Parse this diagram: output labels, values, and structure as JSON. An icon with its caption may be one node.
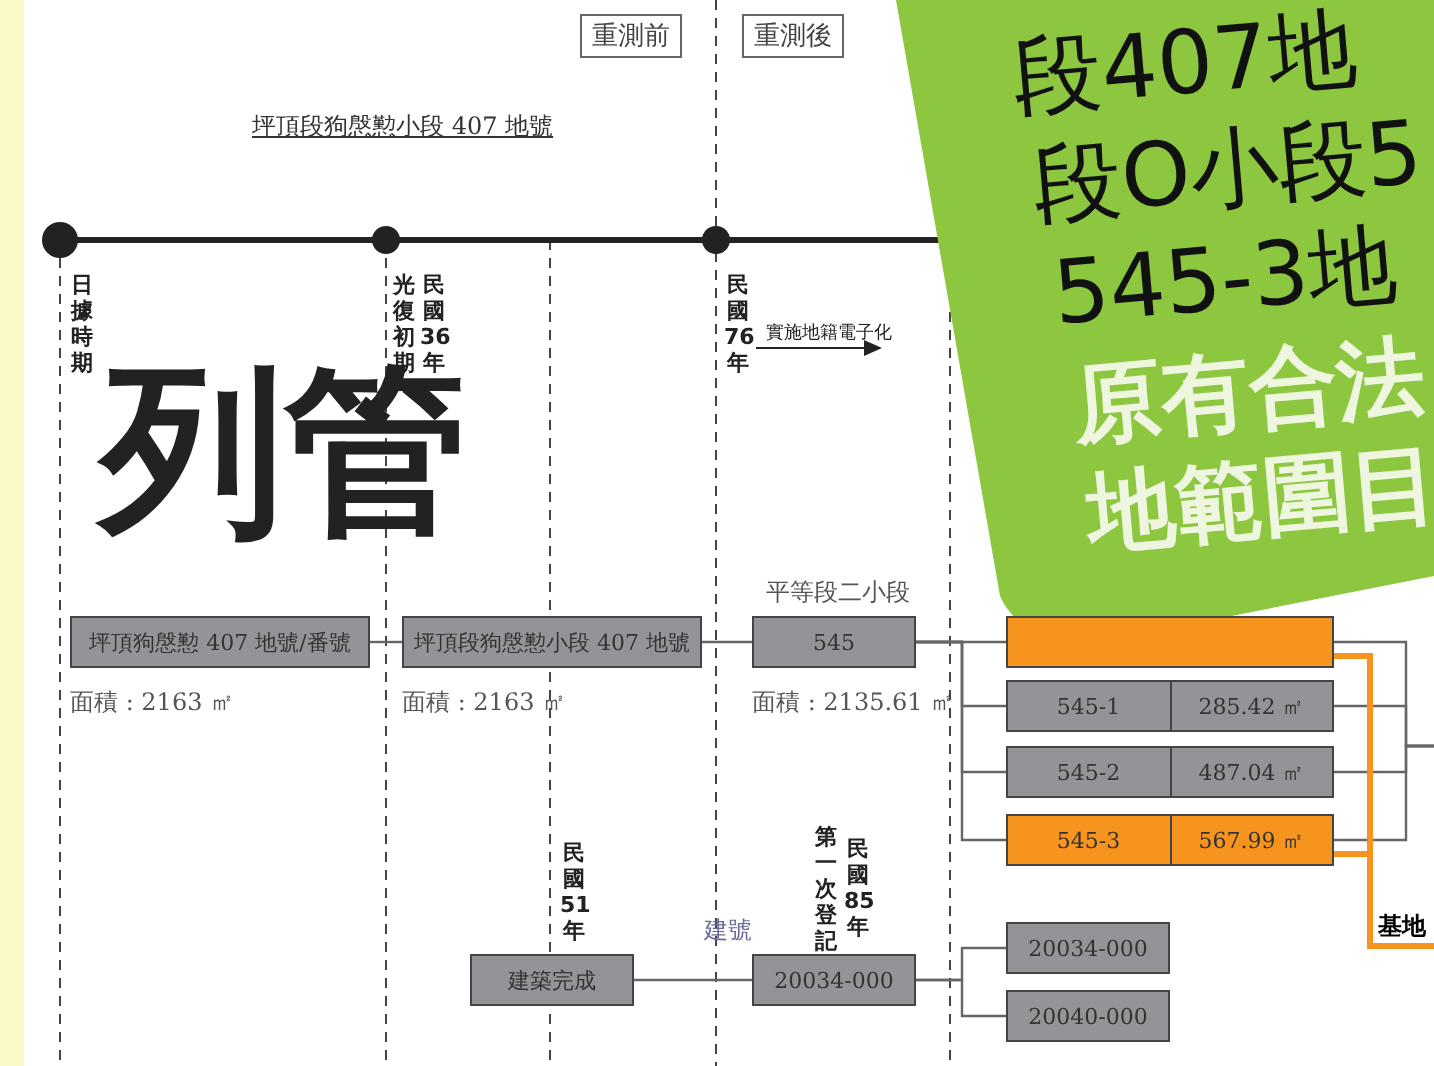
{
  "diagram": {
    "nodes": [
      {
        "text": [
          "坪頂狗慇懃 407 地號/番號"
        ],
        "beside": [
          "面積 : 2163 ㎡"
        ]
      },
      {
        "text": [
          "坪頂段狗慇懃小段 407 地號"
        ],
        "beside": [
          "面積 : 2163 ㎡"
        ]
      },
      {
        "text": [
          "545"
        ],
        "beside": [
          "平等段二小段",
          "面積 : 2135.61 ㎡"
        ]
      },
      {
        "text": [],
        "shape": "box"
      },
      {
        "text": [
          "545-1",
          "285.42 ㎡"
        ]
      },
      {
        "text": [
          "545-2",
          "487.04 ㎡"
        ]
      },
      {
        "text": [
          "545-3",
          "567.99 ㎡"
        ]
      },
      {
        "text": [
          "基地"
        ]
      },
      {
        "text": [
          "建築完成"
        ]
      },
      {
        "text": [
          "20034-000"
        ],
        "beside": [
          "建號"
        ]
      },
      {
        "text": [
          "20034-000"
        ]
      },
      {
        "text": [
          "20040-000"
        ]
      }
    ],
    "edges": [
      {
        "from": 0,
        "to": 1,
        "arrow": "none"
      },
      {
        "from": 1,
        "to": 2,
        "arrow": "none"
      },
      {
        "from": 2,
        "to": 3,
        "arrow": "none"
      },
      {
        "from": 2,
        "to": 4,
        "arrow": "none"
      },
      {
        "from": 2,
        "to": 5,
        "arrow": "none"
      },
      {
        "from": 2,
        "to": 6,
        "arrow": "none"
      },
      {
        "from": 3,
        "to": null,
        "arrow": "none"
      },
      {
        "from": 4,
        "to": null,
        "arrow": "none"
      },
      {
        "from": 5,
        "to": null,
        "arrow": "none"
      },
      {
        "from": 6,
        "to": null,
        "arrow": "none"
      },
      {
        "from": 3,
        "to": 7,
        "arrow": "none",
        "style": "thick",
        "color": "#f7941d"
      },
      {
        "from": 6,
        "to": 7,
        "arrow": "none",
        "style": "thick",
        "color": "#f7941d"
      },
      {
        "from": 8,
        "to": 9,
        "arrow": "none"
      },
      {
        "from": 9,
        "to": 10,
        "arrow": "none"
      },
      {
        "from": 9,
        "to": 11,
        "arrow": "none"
      }
    ],
    "labels": [
      "重測前",
      "重測後",
      "坪頂段狗慇懃小段 407 地號",
      "日據時期",
      "光復初期",
      "民國36年",
      "民國76年",
      "實施地籍電子化",
      "列管",
      "段407地",
      "段O小段5",
      "545-3地",
      "原有合法",
      "地範圍目",
      "民國51年",
      "第一次登記",
      "民國85年"
    ]
  }
}
